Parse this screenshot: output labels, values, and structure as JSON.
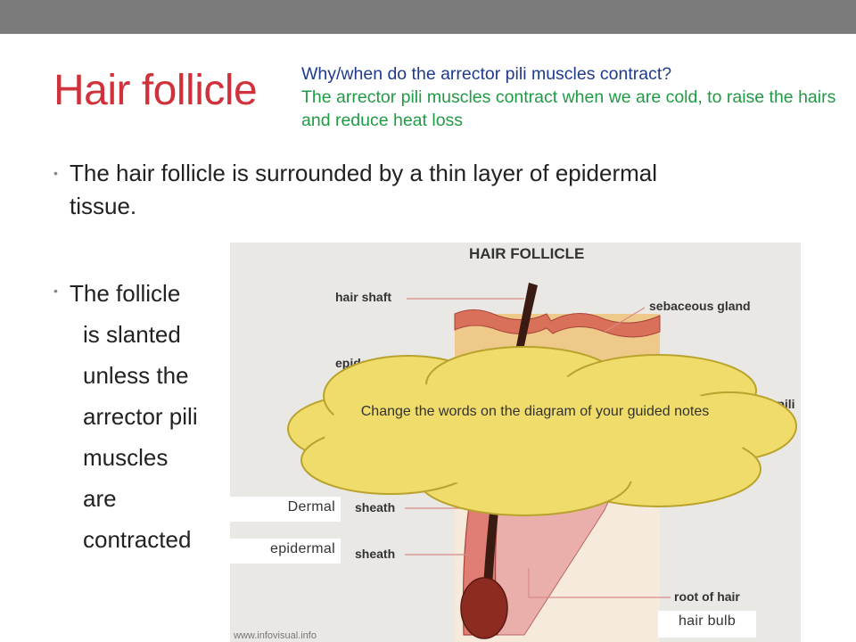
{
  "slide": {
    "title": "Hair follicle",
    "question": "Why/when do the arrector pili muscles contract?",
    "answer": "The arrector pili muscles contract when we are cold, to raise the hairs and reduce heat loss",
    "bullet1": {
      "line1": "The hair follicle is surrounded by a thin layer of epidermal",
      "line2": "tissue."
    },
    "bullet2": {
      "lines": [
        "The follicle",
        "is slanted",
        "unless the",
        "arrector pili",
        "muscles",
        "are",
        "contracted"
      ]
    }
  },
  "diagram": {
    "title": "HAIR FOLLICLE",
    "labels": {
      "hair_shaft": "hair shaft",
      "sebaceous_gland": "sebaceous gland",
      "epidermis": "epidermis",
      "arrector_pili_partial": "r pili",
      "sheath1": "sheath",
      "sheath2": "sheath",
      "root_of_hair": "root of hair"
    },
    "watermark": "www.infovisual.info",
    "overlay_labels": {
      "dermal": "Dermal",
      "epidermal": "epidermal",
      "hair_bulb": "hair bulb"
    },
    "cloud_text": "Change the words on the diagram of your guided notes"
  },
  "colors": {
    "title": "#d0323c",
    "question": "#1f3b8a",
    "answer": "#1f9b45",
    "cloud_fill": "#f0dc6a",
    "cloud_stroke": "#b9a32c",
    "topbar": "#7b7b7b"
  }
}
